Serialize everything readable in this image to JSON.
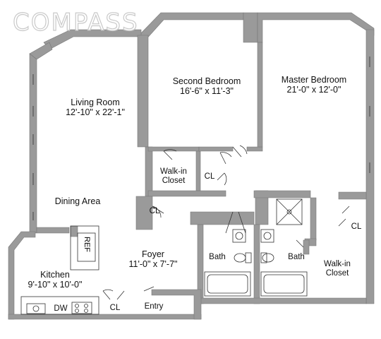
{
  "brand": {
    "logo_text": "COMPASS"
  },
  "rooms": {
    "living_room": {
      "name": "Living Room",
      "dims": "12'-10\" x 22'-1\""
    },
    "second_bedroom": {
      "name": "Second Bedroom",
      "dims": "16'-6\" x 11'-3\""
    },
    "master_bedroom": {
      "name": "Master Bedroom",
      "dims": "21'-0\" x 12'-0\""
    },
    "dining_area": {
      "name": "Dining Area"
    },
    "kitchen": {
      "name": "Kitchen",
      "dims": "9'-10\" x 10'-0\""
    },
    "foyer": {
      "name": "Foyer",
      "dims": "11'-0\" x 7'-7\""
    },
    "walk_in_closet_left": {
      "line1": "Walk-in",
      "line2": "Closet"
    },
    "walk_in_closet_right": {
      "line1": "Walk-in",
      "line2": "Closet"
    },
    "bath_left": {
      "name": "Bath"
    },
    "bath_right": {
      "name": "Bath"
    }
  },
  "closets": {
    "cl1": "CL",
    "cl2": "CL",
    "cl3": "CL",
    "cl4": "CL"
  },
  "fixtures": {
    "ref": "REF",
    "dw": "DW"
  },
  "entry": "Entry",
  "colors": {
    "wall": "#9a9a9a",
    "wall_edge": "#7a7a7a",
    "fixture": "#555555"
  }
}
